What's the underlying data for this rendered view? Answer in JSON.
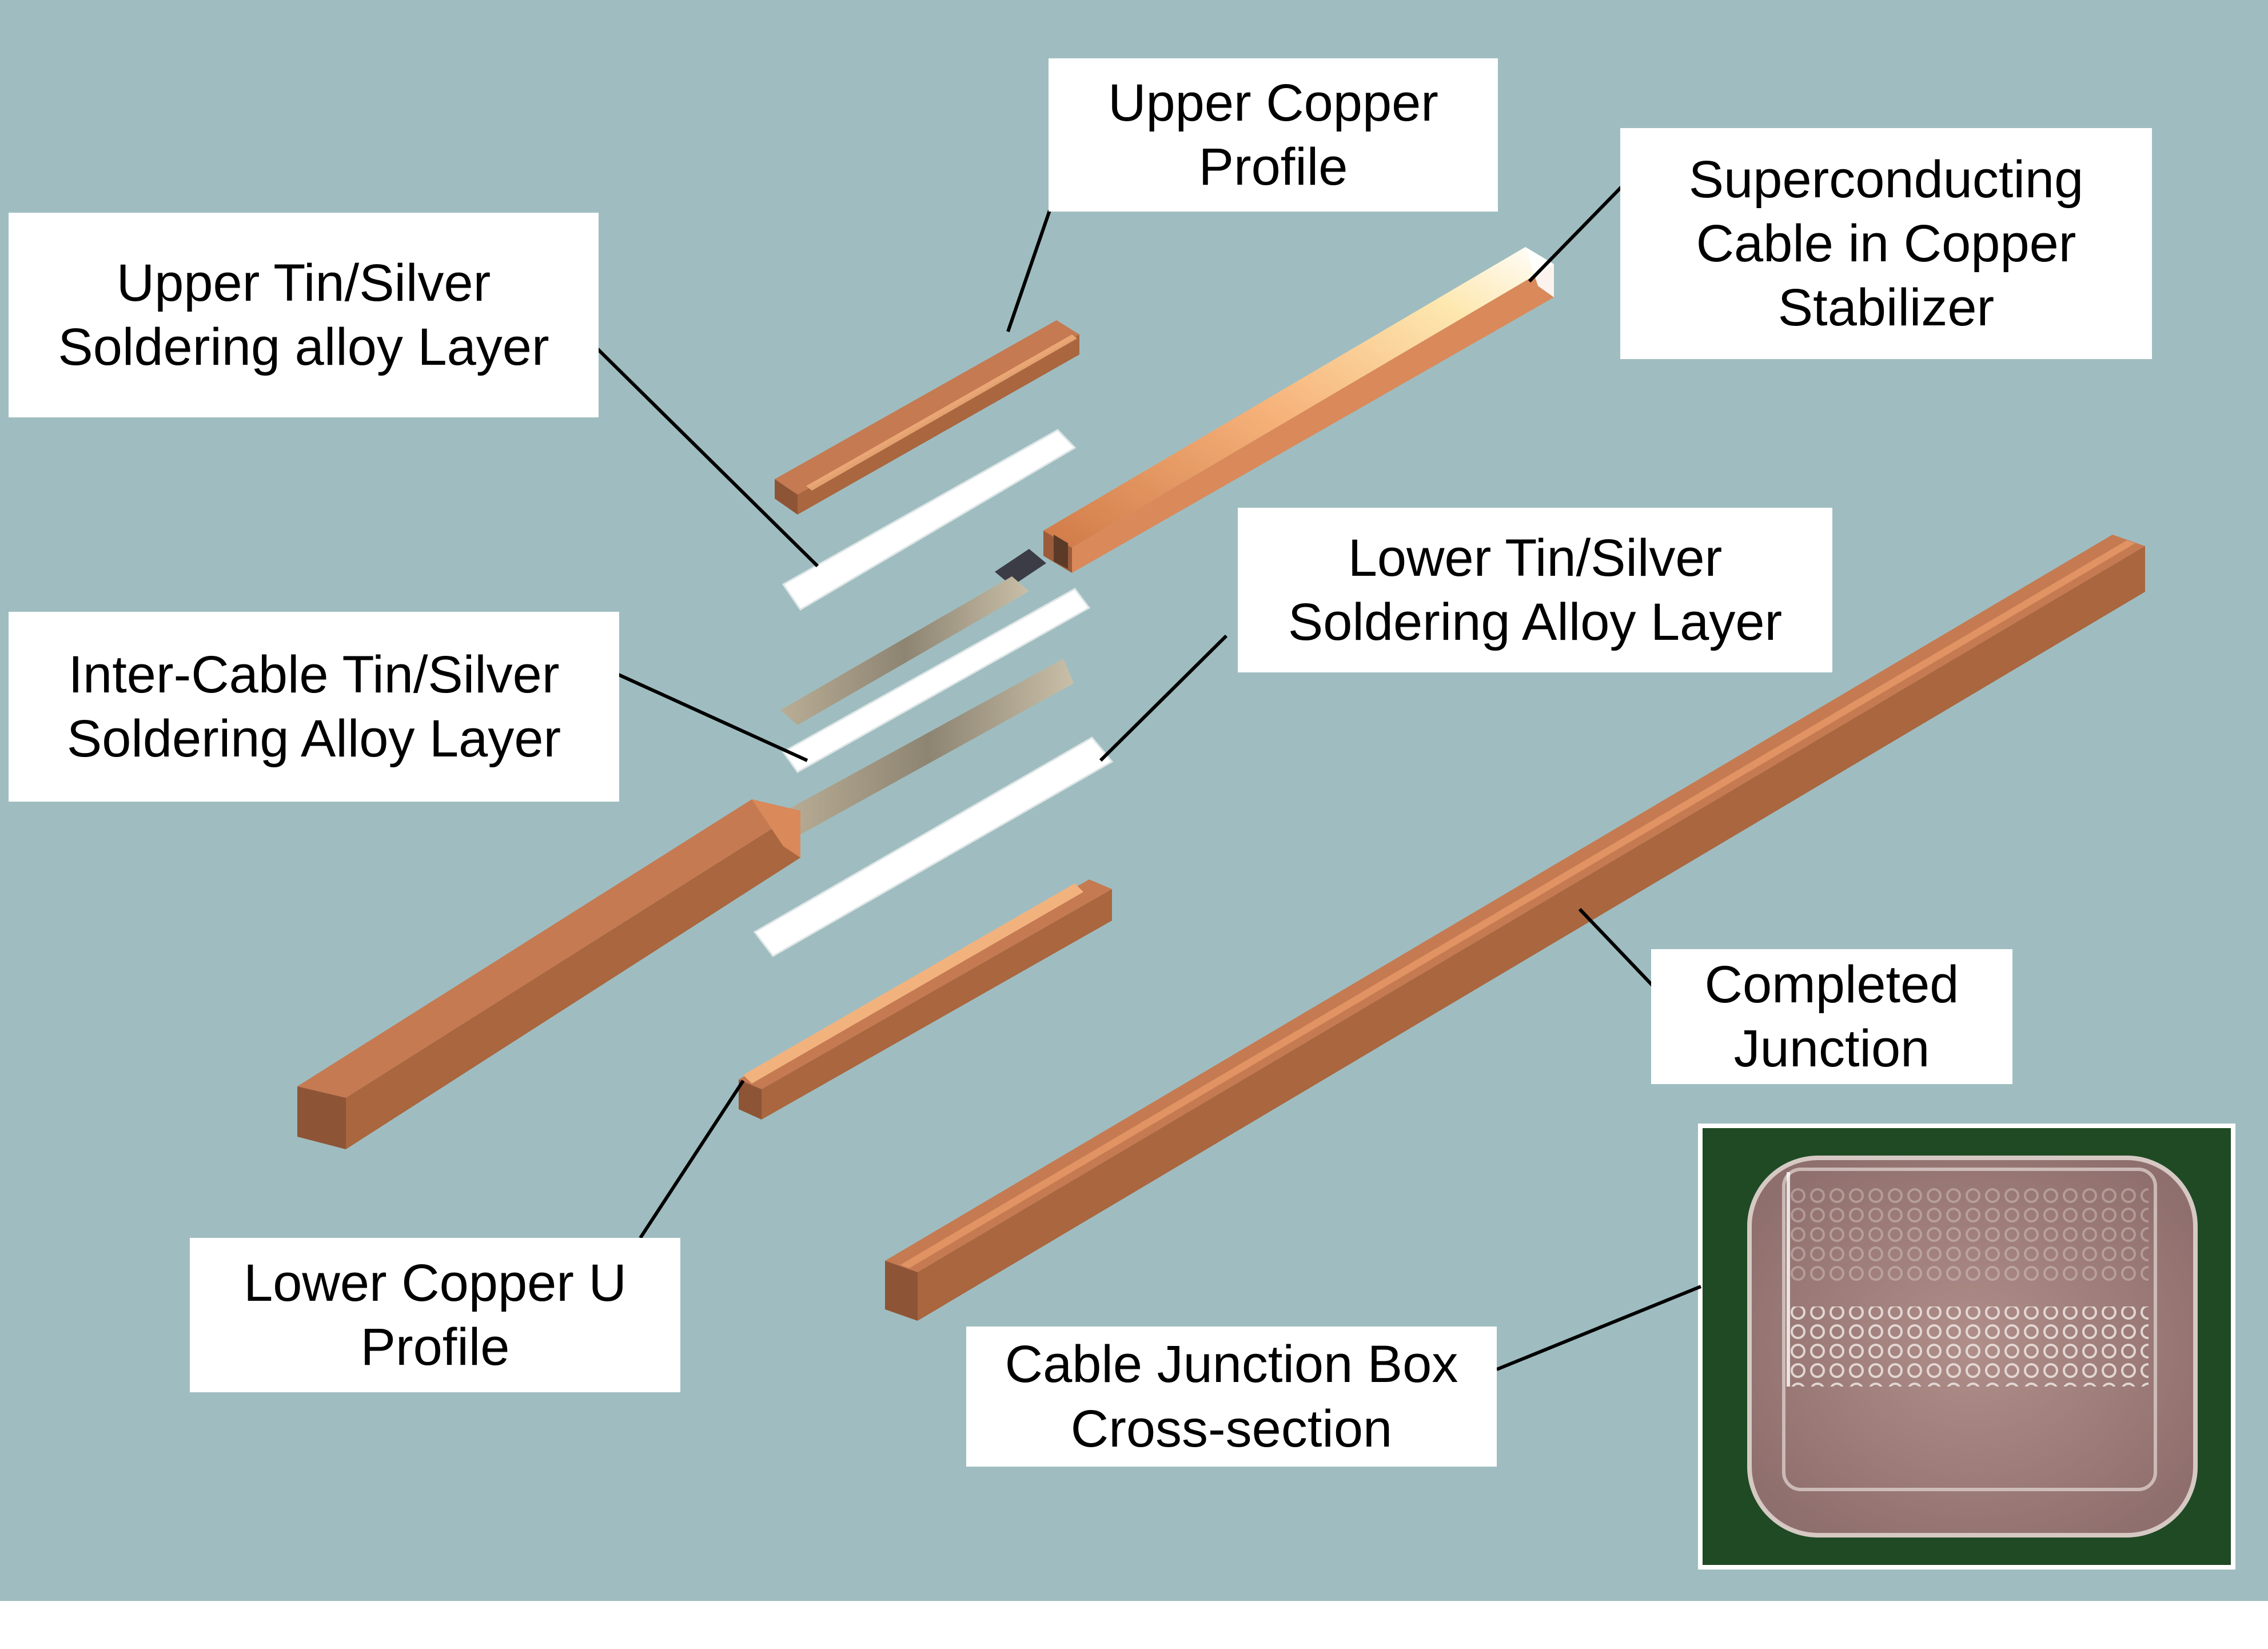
{
  "labels": {
    "upper_copper_profile": [
      "Upper Copper",
      "Profile"
    ],
    "superconducting_cable": [
      "Superconducting",
      "Cable in Copper",
      "Stabilizer"
    ],
    "upper_solder_layer": [
      "Upper Tin/Silver",
      "Soldering alloy Layer"
    ],
    "lower_solder_layer": [
      "Lower Tin/Silver",
      "Soldering Alloy Layer"
    ],
    "inter_cable_layer": [
      "Inter-Cable Tin/Silver",
      "Soldering Alloy Layer"
    ],
    "completed_junction": [
      "Completed",
      "Junction"
    ],
    "lower_copper_u_profile": [
      "Lower Copper U",
      "Profile"
    ],
    "junction_box_cross_section": [
      "Cable Junction Box",
      "Cross-section"
    ]
  },
  "colors": {
    "background": "#9fbdc0",
    "copper": "#c8784e",
    "copper_dark": "#94583a",
    "copper_light": "#f2b27e",
    "solder": "#ffffff",
    "label_bg": "#ffffff",
    "leader_line": "#000000",
    "photo_frame": "#1f4a24"
  }
}
